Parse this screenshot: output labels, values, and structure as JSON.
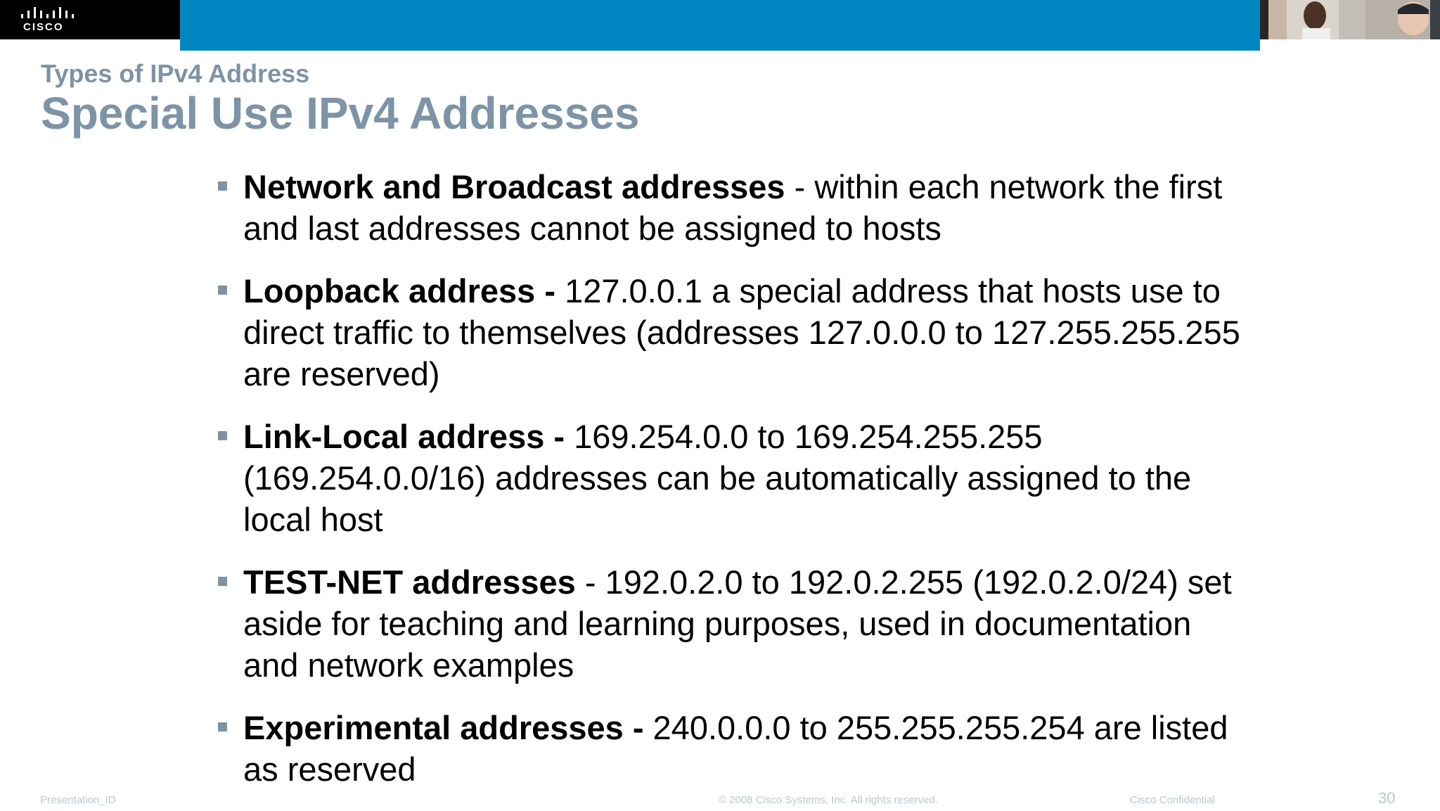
{
  "header": {
    "logo_text": "CISCO",
    "colors": {
      "logo_background": "#000000",
      "band": "#0385c2",
      "heading": "#7d93a6"
    }
  },
  "slide": {
    "subtitle": "Types of IPv4 Address",
    "title": "Special Use IPv4 Addresses",
    "bullets": [
      {
        "term": "Network and Broadcast addresses",
        "text": " - within each network the first and last addresses cannot be assigned to hosts"
      },
      {
        "term": "Loopback address - ",
        "text": "127.0.0.1 a special address that hosts use to direct traffic to themselves (addresses 127.0.0.0 to 127.255.255.255 are reserved)"
      },
      {
        "term": "Link-Local address - ",
        "text": "169.254.0.0 to 169.254.255.255 (169.254.0.0/16) addresses can be automatically assigned to the local host"
      },
      {
        "term": "TEST-NET addresses",
        "text": " - 192.0.2.0 to 192.0.2.255 (192.0.2.0/24) set aside for teaching and learning purposes, used in documentation and network examples"
      },
      {
        "term": "Experimental addresses - ",
        "text": " 240.0.0.0 to 255.255.255.254 are listed as reserved"
      }
    ]
  },
  "footer": {
    "left": "Presentation_ID",
    "center": "© 2008 Cisco Systems, Inc. All rights reserved.",
    "right": "Cisco Confidential",
    "page_number": "30"
  }
}
